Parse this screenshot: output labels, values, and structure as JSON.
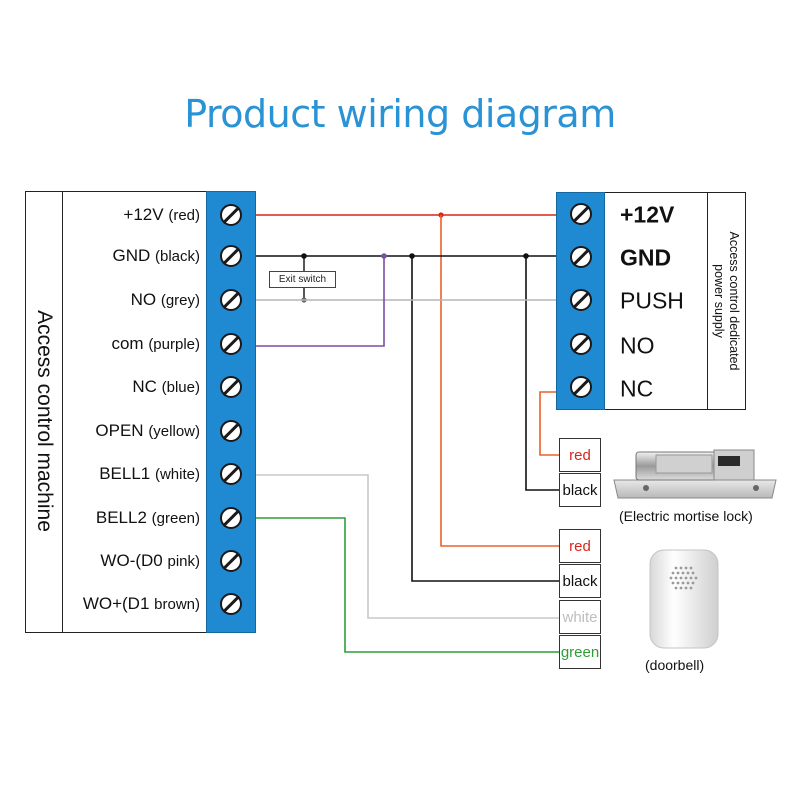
{
  "title": "Product wiring diagram",
  "controller": {
    "name": "Access control machine",
    "terminals": [
      {
        "main": "+12V",
        "sub": "(red)"
      },
      {
        "main": "GND",
        "sub": "(black)"
      },
      {
        "main": "NO",
        "sub": "(grey)"
      },
      {
        "main": "com",
        "sub": "(purple)"
      },
      {
        "main": "NC",
        "sub": "(blue)"
      },
      {
        "main": "OPEN",
        "sub": "(yellow)"
      },
      {
        "main": "BELL1",
        "sub": "(white)"
      },
      {
        "main": "BELL2",
        "sub": "(green)"
      },
      {
        "main": "WO-(D0",
        "sub": "pink)"
      },
      {
        "main": "WO+(D1",
        "sub": "brown)"
      }
    ]
  },
  "power_supply": {
    "name_line1": "Access control dedicated",
    "name_line2": "power supply",
    "terminals": [
      "+12V",
      "GND",
      "PUSH",
      "NO",
      "NC"
    ]
  },
  "exit_switch": "Exit switch",
  "lock": {
    "caption": "(Electric mortise lock)",
    "wires": [
      {
        "label": "red",
        "color": "#d9261c"
      },
      {
        "label": "black",
        "color": "#111111"
      }
    ]
  },
  "doorbell": {
    "caption": "(doorbell)",
    "wires": [
      {
        "label": "red",
        "color": "#d9261c"
      },
      {
        "label": "black",
        "color": "#111111"
      },
      {
        "label": "white",
        "color": "#bdbdbd"
      },
      {
        "label": "green",
        "color": "#2f9e36"
      }
    ]
  },
  "colors": {
    "title": "#2a93d5",
    "terminal_block": "#1f8ad2",
    "wire_red": "#d9261c",
    "wire_orange": "#e8632a",
    "wire_black": "#111111",
    "wire_grey": "#b5b5b5",
    "wire_purple": "#7b4fa3",
    "wire_white": "#c8c8c8",
    "wire_green": "#2f9e36"
  }
}
